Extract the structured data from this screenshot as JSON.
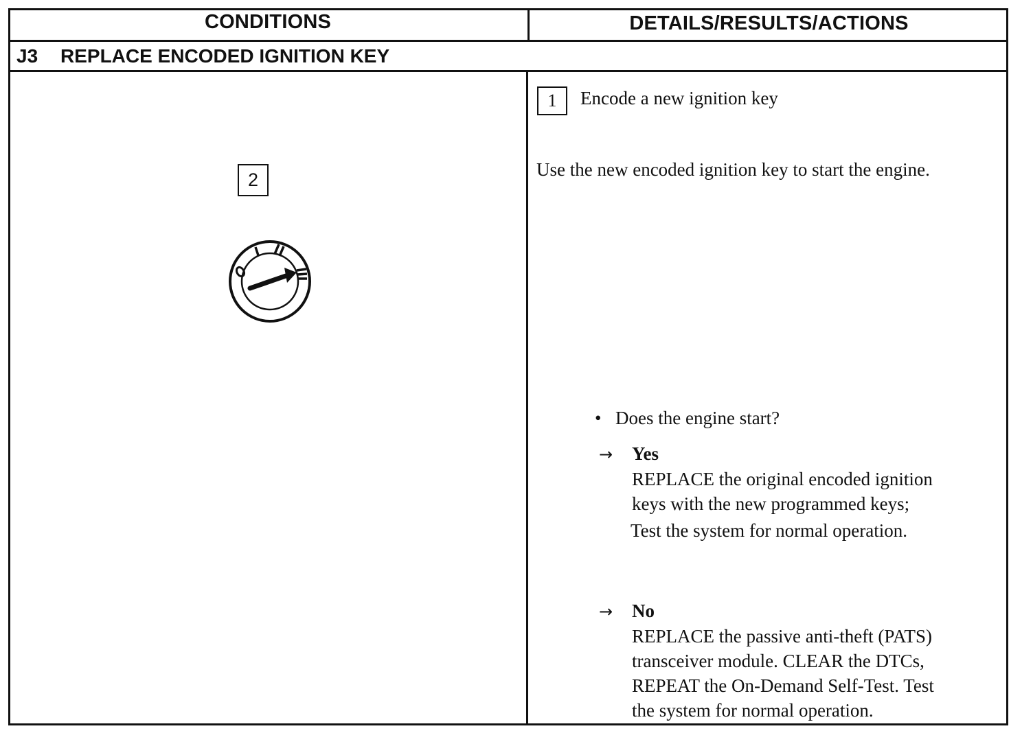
{
  "header": {
    "conditions": "CONDITIONS",
    "details": "DETAILS/RESULTS/ACTIONS"
  },
  "section": {
    "code": "J3",
    "title": "REPLACE ENCODED IGNITION KEY"
  },
  "left": {
    "step_number": "2",
    "ignition_positions": [
      "O",
      "I",
      "II",
      "III"
    ]
  },
  "right": {
    "step_number": "1",
    "step_label": "Encode a new ignition key",
    "instruction": "Use the new encoded ignition key to start the engine.",
    "question": "Does the engine start?",
    "yes": {
      "label": "Yes",
      "lines": [
        "REPLACE the original encoded ignition",
        "keys with the new programmed keys;"
      ],
      "extra": "Test the system for normal operation."
    },
    "no": {
      "label": "No",
      "lines": [
        "REPLACE the passive anti-theft (PATS)",
        "transceiver module. CLEAR the DTCs,",
        "REPEAT the On-Demand Self-Test. Test",
        "the system for normal operation."
      ]
    },
    "arrow_symbol": "→",
    "bullet_symbol": "•"
  }
}
